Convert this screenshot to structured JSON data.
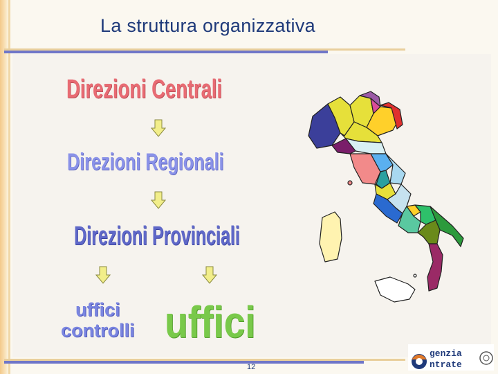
{
  "slide": {
    "title": "La struttura organizzativa",
    "page_number": "12"
  },
  "hierarchy": {
    "level1": "Direzioni Centrali",
    "level2": "Direzioni Regionali",
    "level3": "Direzioni Provinciali",
    "level4_left": [
      "uffici",
      "controlli"
    ],
    "level4_right": "uffici"
  },
  "colors": {
    "level1": "#e86b73",
    "level2": "#8a92e8",
    "level3": "#5f68c8",
    "level4_left": "#7a85e0",
    "level4_right": "#79c94a",
    "arrow_fill": "#f2ee8a",
    "title": "#1f3a7a"
  },
  "logo": {
    "line1": "genzia",
    "line2": "ntrate"
  }
}
